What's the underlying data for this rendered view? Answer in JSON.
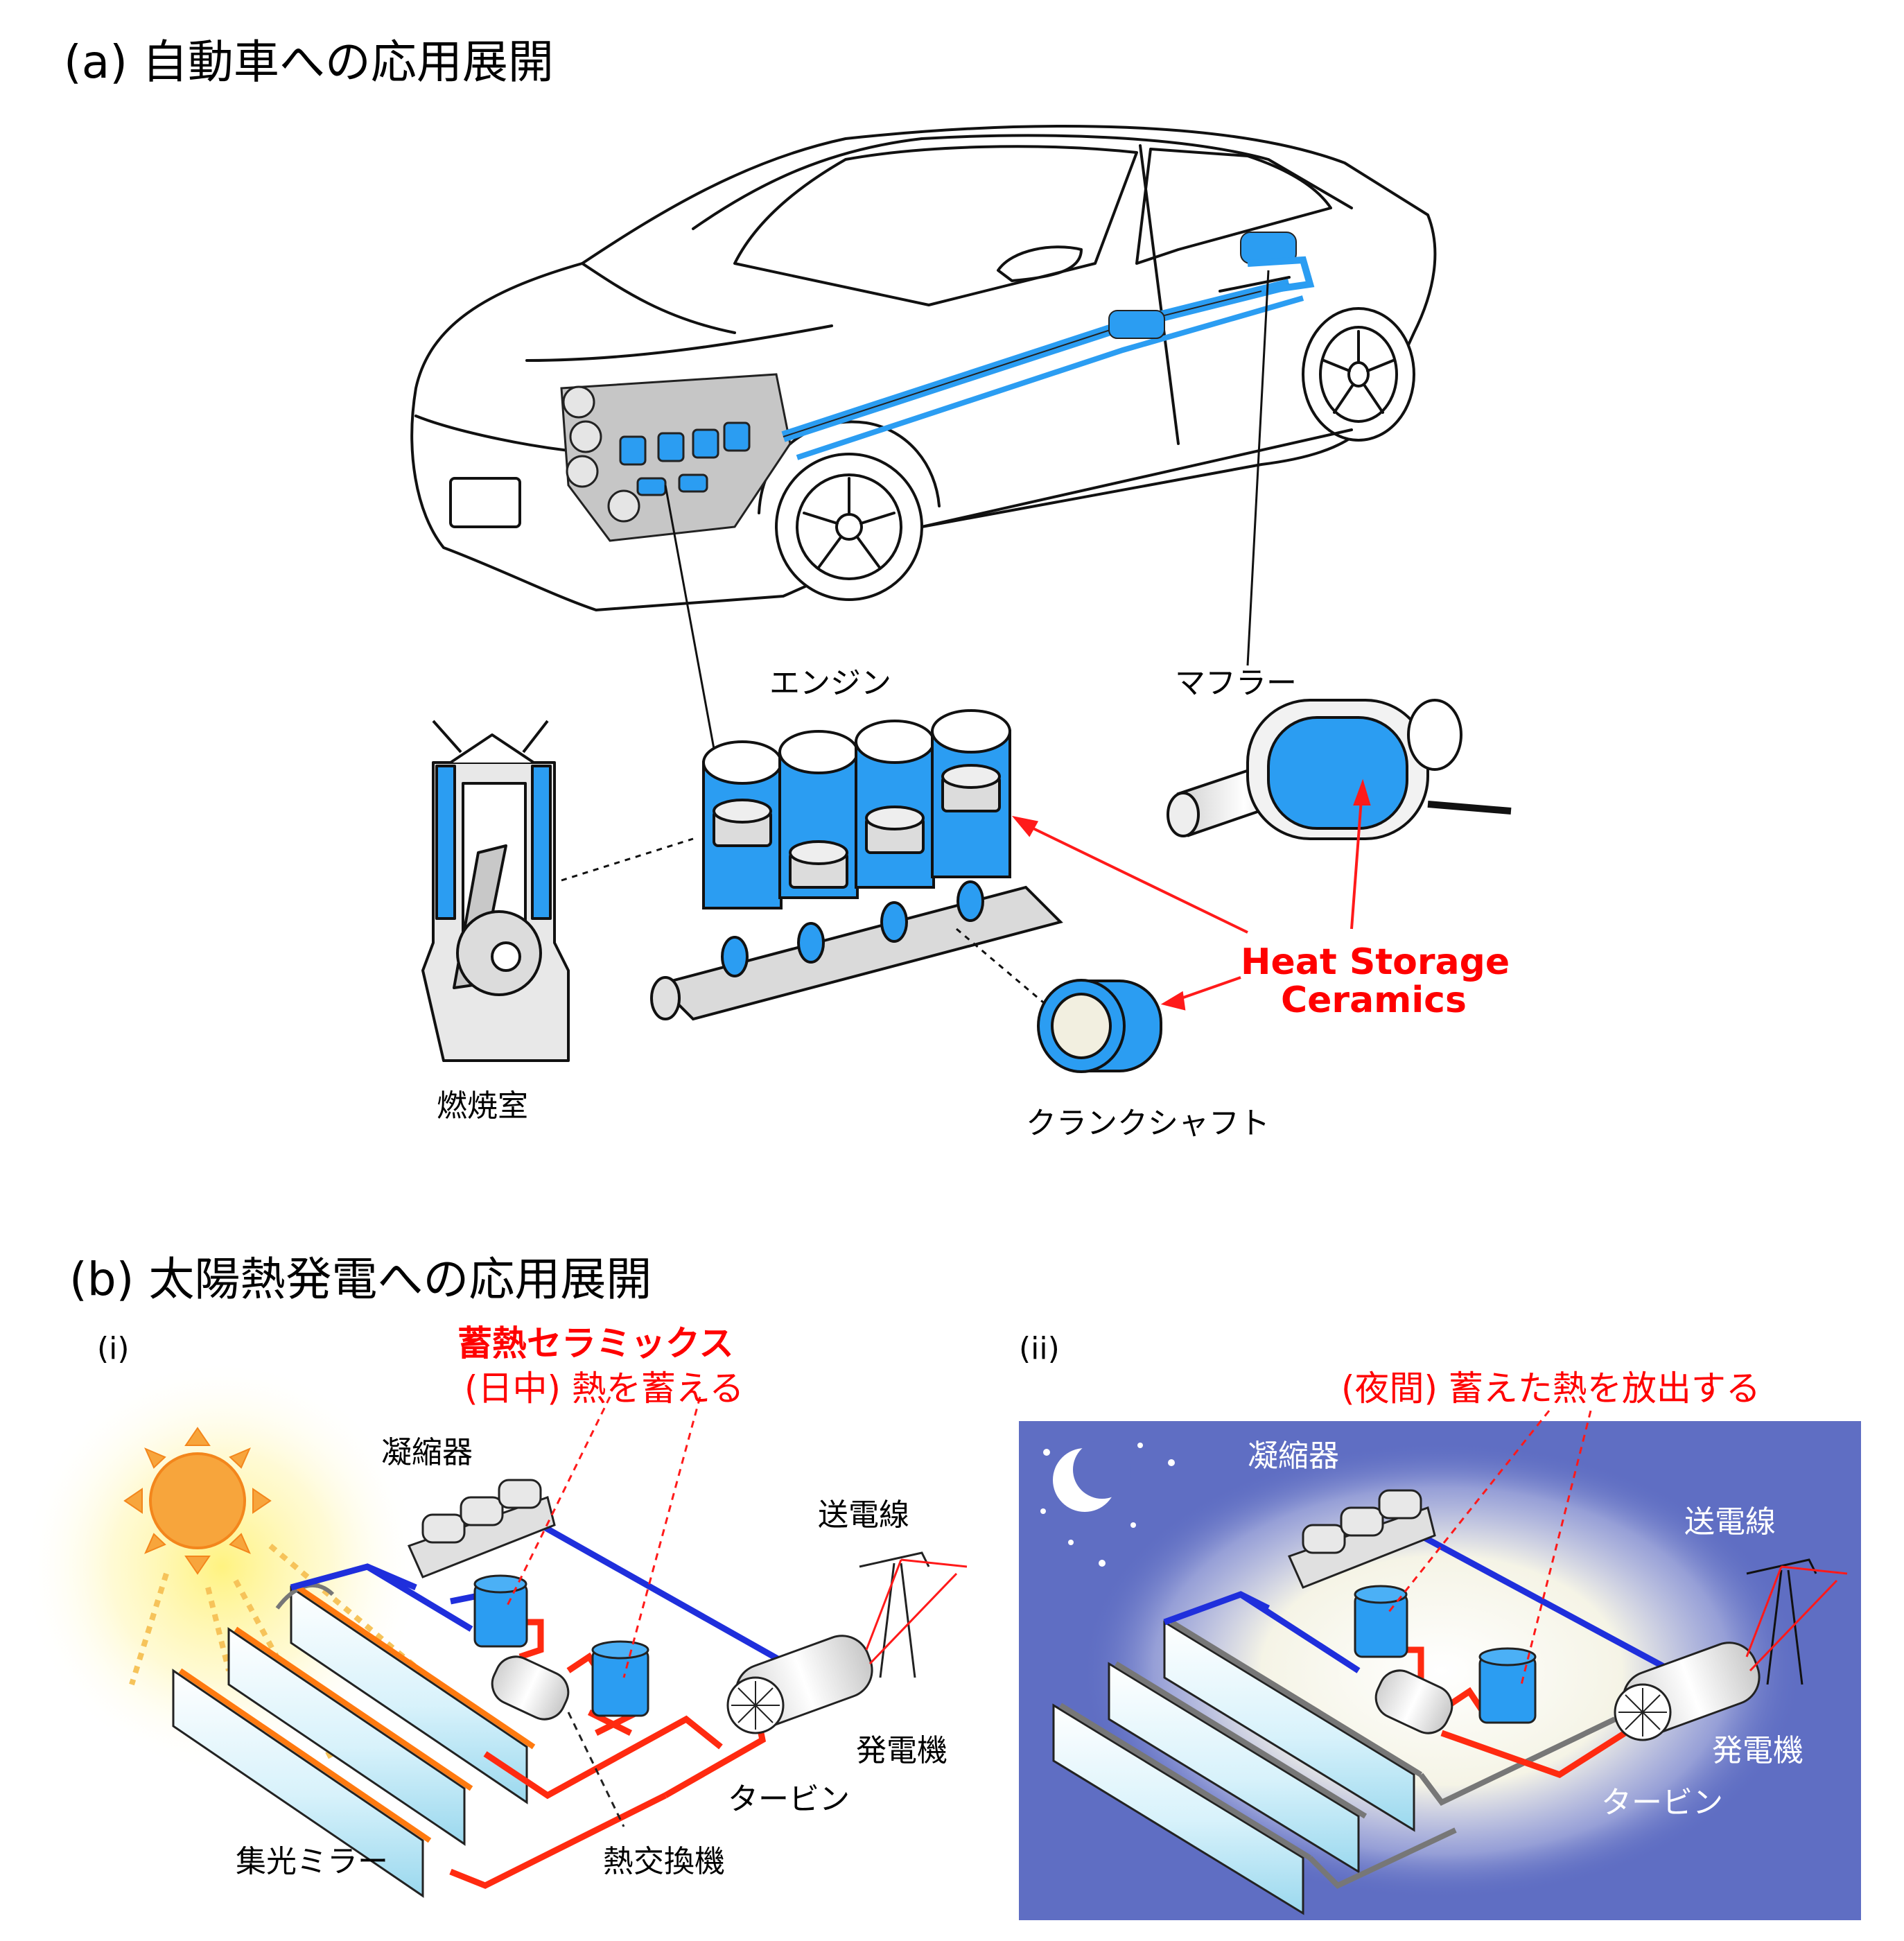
{
  "colors": {
    "ceramic_blue": "#2b9df2",
    "highlight_red": "#ff1a1a",
    "pipe_blue": "#1f2fdc",
    "pipe_red": "#ff2a10",
    "night_bg": "#5f6ec3",
    "sun_orange": "#f7a53c"
  },
  "section_a": {
    "title": "(a) 自動車への応用展開",
    "labels": {
      "engine": "エンジン",
      "muffler": "マフラー",
      "combustion_chamber": "燃焼室",
      "crankshaft": "クランクシャフト",
      "heat_storage_line1": "Heat Storage",
      "heat_storage_line2": "Ceramics"
    }
  },
  "section_b": {
    "title": "(b) 太陽熱発電への応用展開",
    "panel_i": {
      "tag": "(i)",
      "callout_title": "蓄熱セラミックス",
      "callout_sub": "(日中) 熱を蓄える",
      "condenser": "凝縮器",
      "transmission_line": "送電線",
      "generator": "発電機",
      "turbine": "タービン",
      "mirror": "集光ミラー",
      "heat_exchanger": "熱交換機"
    },
    "panel_ii": {
      "tag": "(ii)",
      "callout": "(夜間) 蓄えた熱を放出する",
      "condenser": "凝縮器",
      "transmission_line": "送電線",
      "generator": "発電機",
      "turbine": "タービン"
    }
  }
}
